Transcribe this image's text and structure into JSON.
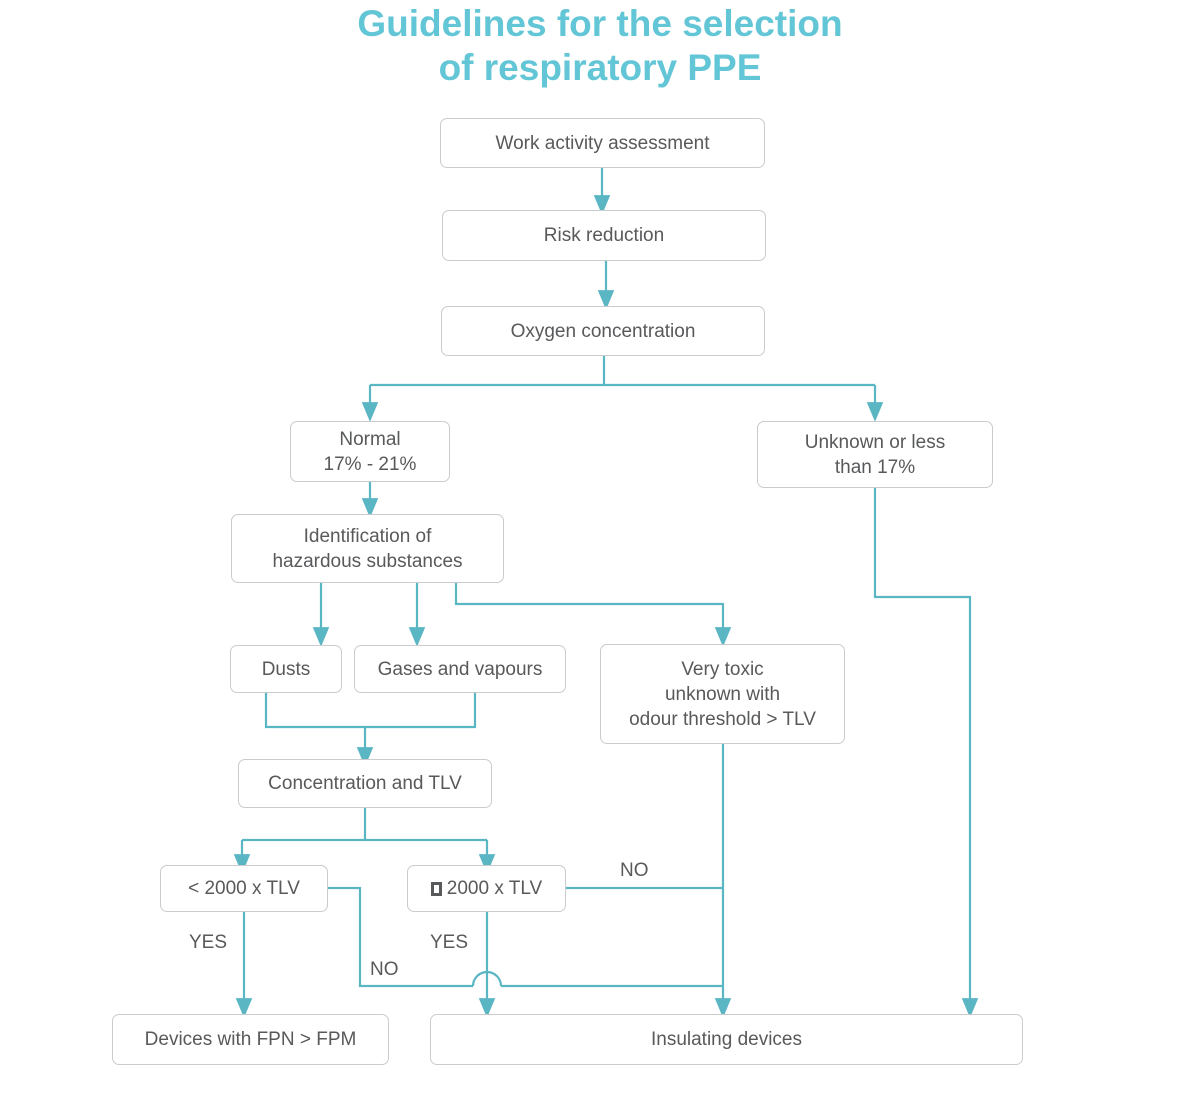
{
  "title": {
    "line1": "Guidelines for the selection",
    "line2": "of respiratory PPE",
    "color": "#62c6d6"
  },
  "theme": {
    "connector_color": "#5bb6c4",
    "box_border": "#c9cbcc",
    "text_color": "#58595b",
    "background": "#ffffff"
  },
  "chart_data": {
    "type": "diagram",
    "subtype": "flowchart",
    "title": "Guidelines for the selection of respiratory PPE",
    "nodes": [
      {
        "id": "work_activity",
        "label": "Work activity assessment"
      },
      {
        "id": "risk_reduction",
        "label": "Risk reduction"
      },
      {
        "id": "oxygen_conc",
        "label": "Oxygen concentration"
      },
      {
        "id": "normal",
        "label": "Normal\n17% - 21%"
      },
      {
        "id": "unknown",
        "label": "Unknown or less\nthan 17%"
      },
      {
        "id": "identification",
        "label": "Identification of\nhazardous substances"
      },
      {
        "id": "dusts",
        "label": "Dusts"
      },
      {
        "id": "gases",
        "label": "Gases and vapours"
      },
      {
        "id": "very_toxic",
        "label": "Very toxic\nunknown with\nodour threshold > TLV"
      },
      {
        "id": "conc_tlv",
        "label": "Concentration and TLV"
      },
      {
        "id": "lt_2000",
        "label": "< 2000 x TLV"
      },
      {
        "id": "ge_2000",
        "label": "2000 x TLV",
        "prefix_glyph": "missing-glyph-box"
      },
      {
        "id": "fpn_fpm",
        "label": "Devices with FPN > FPM"
      },
      {
        "id": "insulating",
        "label": "Insulating devices"
      }
    ],
    "edges": [
      {
        "from": "work_activity",
        "to": "risk_reduction",
        "label": ""
      },
      {
        "from": "risk_reduction",
        "to": "oxygen_conc",
        "label": ""
      },
      {
        "from": "oxygen_conc",
        "to": "normal",
        "label": ""
      },
      {
        "from": "oxygen_conc",
        "to": "unknown",
        "label": ""
      },
      {
        "from": "normal",
        "to": "identification",
        "label": ""
      },
      {
        "from": "identification",
        "to": "dusts",
        "label": ""
      },
      {
        "from": "identification",
        "to": "gases",
        "label": ""
      },
      {
        "from": "identification",
        "to": "very_toxic",
        "label": ""
      },
      {
        "from": "dusts",
        "to": "conc_tlv",
        "label": ""
      },
      {
        "from": "gases",
        "to": "conc_tlv",
        "label": ""
      },
      {
        "from": "conc_tlv",
        "to": "lt_2000",
        "label": ""
      },
      {
        "from": "conc_tlv",
        "to": "ge_2000",
        "label": ""
      },
      {
        "from": "lt_2000",
        "to": "fpn_fpm",
        "label": "YES"
      },
      {
        "from": "lt_2000",
        "to": "insulating",
        "label": "NO"
      },
      {
        "from": "ge_2000",
        "to": "insulating",
        "label": "YES"
      },
      {
        "from": "ge_2000",
        "to": "insulating",
        "label": "NO"
      },
      {
        "from": "very_toxic",
        "to": "insulating",
        "label": ""
      },
      {
        "from": "unknown",
        "to": "insulating",
        "label": ""
      }
    ],
    "edge_labels": [
      "YES",
      "NO",
      "YES",
      "NO"
    ]
  },
  "nodes": {
    "work_activity": {
      "label": "Work activity assessment"
    },
    "risk_reduction": {
      "label": "Risk reduction"
    },
    "oxygen_conc": {
      "label": "Oxygen concentration"
    },
    "normal": {
      "label": "Normal\n17% - 21%"
    },
    "unknown": {
      "label": "Unknown or less\nthan 17%"
    },
    "identification": {
      "label": "Identification of\nhazardous substances"
    },
    "dusts": {
      "label": "Dusts"
    },
    "gases": {
      "label": "Gases and vapours"
    },
    "very_toxic": {
      "label": "Very toxic\nunknown with\nodour threshold > TLV"
    },
    "conc_tlv": {
      "label": "Concentration and TLV"
    },
    "lt_2000": {
      "label": "< 2000 x TLV"
    },
    "ge_2000": {
      "label": "2000 x TLV"
    },
    "fpn_fpm": {
      "label": "Devices with FPN > FPM"
    },
    "insulating": {
      "label": "Insulating devices"
    }
  },
  "labels": {
    "yes_left": "YES",
    "no_left": "NO",
    "yes_right": "YES",
    "no_right": "NO"
  }
}
